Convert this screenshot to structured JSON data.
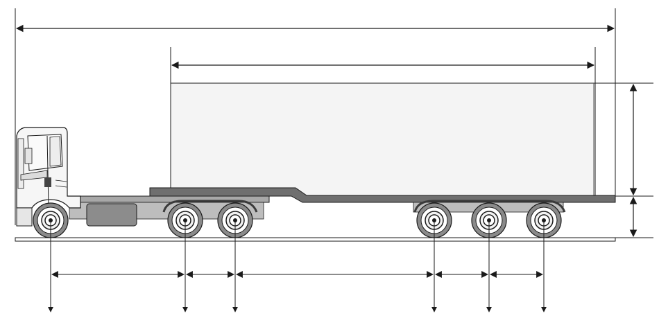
{
  "diagram": {
    "kind": "truck-trailer-dimension-drawing",
    "labels": [],
    "colors": {
      "line": "#1a1a1a",
      "cargo_fill": "#f4f4f4",
      "deck": "#6f6f6f",
      "chassis": "#9a9a9a",
      "tire": "#8a8a8a",
      "tank": "#8c8c8c",
      "ground": "#bdbdbd"
    },
    "axles": {
      "tractor": [
        "front-axle",
        "drive-axle-1",
        "drive-axle-2"
      ],
      "trailer": [
        "trailer-axle-1",
        "trailer-axle-2",
        "trailer-axle-3"
      ]
    }
  }
}
